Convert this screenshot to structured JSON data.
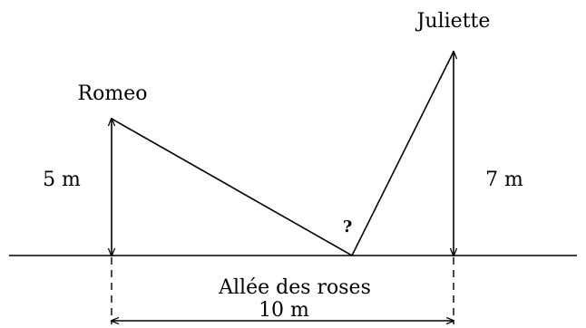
{
  "labels": {
    "romeo": "Romeo",
    "juliette": "Juliette",
    "left_height": "5 m",
    "right_height": "7 m",
    "unknown": "?",
    "alley": "Allée des roses",
    "distance": "10 m"
  },
  "colors": {
    "ink": "#000000",
    "background": "#ffffff"
  }
}
